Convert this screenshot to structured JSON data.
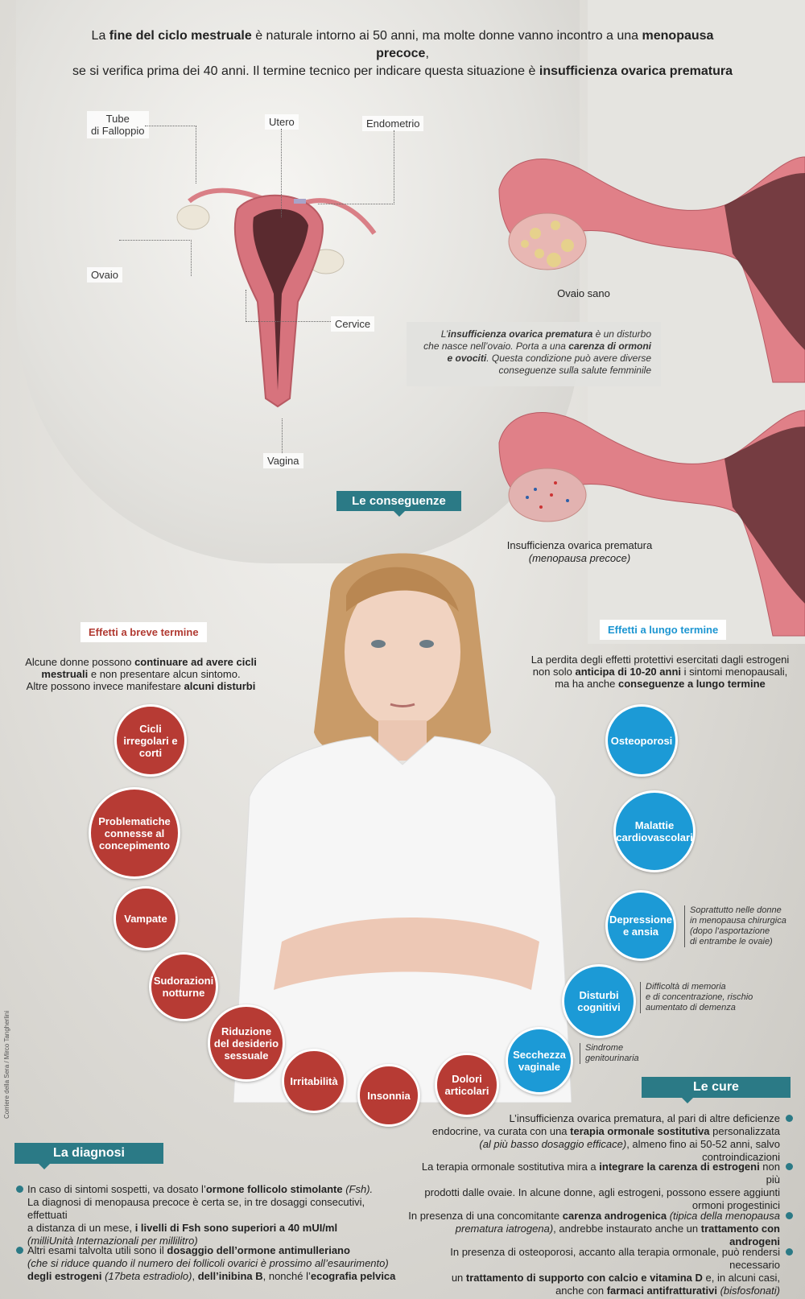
{
  "headline": {
    "p1": "La ",
    "b1": "fine del ciclo mestruale",
    "p2": " è naturale intorno ai 50 anni, ma molte donne vanno incontro a una ",
    "b2": "menopausa precoce",
    "p3": ",",
    "p4": "se si verifica prima dei 40 anni. Il termine tecnico per indicare questa situazione è ",
    "b3": "insufficienza ovarica prematura"
  },
  "anatomy": {
    "tube_1": "Tube",
    "tube_2": "di Falloppio",
    "utero": "Utero",
    "endometrio": "Endometrio",
    "ovaio": "Ovaio",
    "cervice": "Cervice",
    "vagina": "Vagina"
  },
  "ovary_healthy": "Ovaio sano",
  "ovary_pof": {
    "line1": "Insufficienza ovarica prematura",
    "line2": "(menopausa precoce)"
  },
  "info_box": {
    "p1": "L’",
    "b1": "insufficienza ovarica prematura",
    "p2": " è un disturbo",
    "p3": "che nasce nell’ovaio. Porta a una ",
    "b2": "carenza di ormoni",
    "b3": "e ovociti",
    "p4": ". Questa condizione può avere diverse",
    "p5": "conseguenze sulla salute femminile"
  },
  "consequences_tag": "Le conseguenze",
  "short_term": {
    "tag": "Effetti a breve termine",
    "intro_p1": "Alcune donne possono ",
    "intro_b1": "continuare ad avere cicli",
    "intro_b2": "mestruali",
    "intro_p2": " e non presentare alcun sintomo.",
    "intro_p3": "Altre possono invece manifestare ",
    "intro_b3": "alcuni disturbi",
    "items": [
      "Cicli irregolari e corti",
      "Problematiche connesse al concepimento",
      "Vampate",
      "Sudorazioni notturne",
      "Riduzione del desiderio sessuale",
      "Irritabilità",
      "Insonnia",
      "Dolori articolari"
    ]
  },
  "long_term": {
    "tag": "Effetti a lungo termine",
    "intro_p1": "La perdita degli effetti protettivi esercitati dagli estrogeni",
    "intro_p2": "non solo ",
    "intro_b1": "anticipa di 10-20 anni",
    "intro_p3": " i sintomi menopausali,",
    "intro_p4": "ma ha anche ",
    "intro_b2": "conseguenze a lungo termine",
    "items": [
      "Osteoporosi",
      "Malattie cardiovascolari",
      "Depressione e ansia",
      "Disturbi cognitivi",
      "Secchezza vaginale"
    ],
    "notes": {
      "depressione": [
        "Soprattutto nelle donne",
        "in menopausa chirurgica",
        "(dopo l’asportazione",
        "di entrambe le ovaie)"
      ],
      "cognitivi": [
        "Difficoltà di memoria",
        "e di concentrazione, rischio",
        "aumentato di demenza"
      ],
      "secchezza": [
        "Sindrome",
        "genitourinaria"
      ]
    }
  },
  "diagnosi": {
    "tag": "La diagnosi",
    "b1_p1": "In caso di sintomi sospetti, va dosato l’",
    "b1_b1": "ormone follicolo stimolante",
    "b1_i1": " (Fsh).",
    "b1_p2": "La diagnosi di menopausa precoce è certa se, in tre dosaggi consecutivi, effettuati",
    "b1_p3": "a distanza di un mese, ",
    "b1_b2": "i livelli di Fsh sono superiori a 40 mUI/ml",
    "b1_i2": "(milliUnità Internazionali per millilitro)",
    "b2_p1": "Altri esami talvolta utili sono il ",
    "b2_b1": "dosaggio dell’ormone antimulleriano",
    "b2_i1": "(che si riduce quando il numero dei follicoli ovarici è prossimo all’esaurimento)",
    "b2_b2": "degli estrogeni",
    "b2_i2": " (17beta estradiolo)",
    "b2_p2": ", ",
    "b2_b3": "dell’inibina B",
    "b2_p3": ", nonché l’",
    "b2_b4": "ecografia pelvica"
  },
  "cure": {
    "tag": "Le cure",
    "c1_p1": "L’insufficienza ovarica prematura, al pari di altre deficienze",
    "c1_p2": "endocrine, va curata con una ",
    "c1_b1": "terapia ormonale sostitutiva",
    "c1_p3": " personalizzata",
    "c1_i1": "(al più basso dosaggio efficace)",
    "c1_p4": ", almeno fino ai 50-52 anni, salvo controindicazioni",
    "c2_p1": "La terapia ormonale sostitutiva mira a ",
    "c2_b1": "integrare la carenza di estrogeni",
    "c2_p2": " non più",
    "c2_p3": "prodotti dalle ovaie. In alcune donne, agli estrogeni, possono essere aggiunti",
    "c2_p4": "ormoni progestinici",
    "c3_p1": "In presenza di una concomitante ",
    "c3_b1": "carenza androgenica",
    "c3_i1": " (tipica della menopausa",
    "c3_i2": "prematura iatrogena)",
    "c3_p2": ", andrebbe instaurato anche un ",
    "c3_b2": "trattamento con androgeni",
    "c4_p1": "In presenza di osteoporosi, accanto alla terapia ormonale, può rendersi necessario",
    "c4_p2": "un ",
    "c4_b1": "trattamento di supporto con calcio e vitamina D",
    "c4_p3": " e, in alcuni casi,",
    "c4_p4": "anche con ",
    "c4_b2": "farmaci antifratturativi",
    "c4_i1": " (bisfosfonati)"
  },
  "credit": "Corriere della Sera / Mirco Tangherlini",
  "colors": {
    "teal": "#2b7a86",
    "red": "#b73b34",
    "blue": "#1c9ad6"
  }
}
